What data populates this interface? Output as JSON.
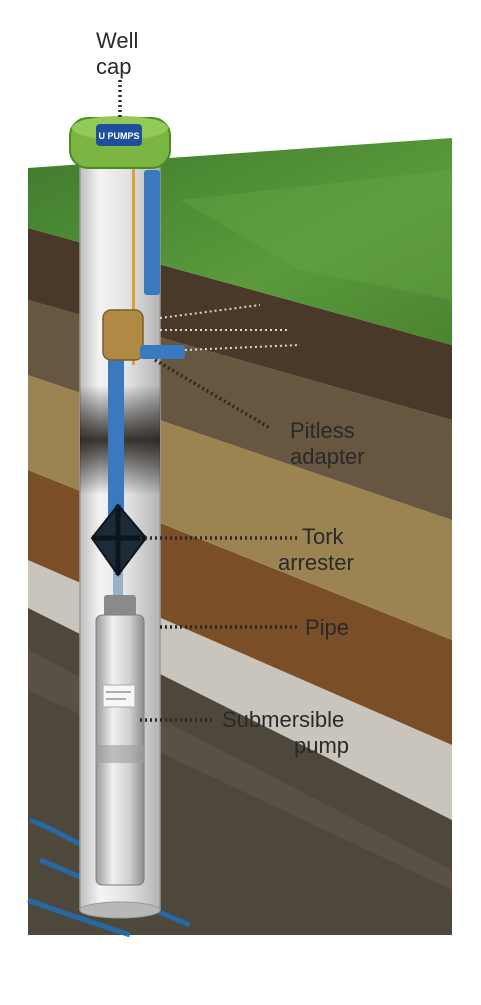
{
  "labels": {
    "well_cap_1": "Well",
    "well_cap_2": "cap",
    "pitless_1": "Pitless",
    "pitless_2": "adapter",
    "tork_1": "Tork",
    "tork_2": "arrester",
    "pipe": "Pipe",
    "pump_1": "Submersible",
    "pump_2": "pump"
  },
  "badge_text": "U PUMPS",
  "colors": {
    "grass": "#4f8a36",
    "grass_dark": "#3c6e28",
    "soil_dark": "#4a3a28",
    "soil_mid": "#6a5838",
    "soil_tan": "#9a8050",
    "soil_brown": "#7a4e26",
    "gravel": "#c8c4bc",
    "bedrock": "#514a3f",
    "water": "#1f6fb5",
    "casing": "#d8d8d8",
    "pipe_blue": "#3a78c0",
    "cap_green": "#7ab641",
    "brass": "#b08a45",
    "leader": "#2a2a2a"
  }
}
